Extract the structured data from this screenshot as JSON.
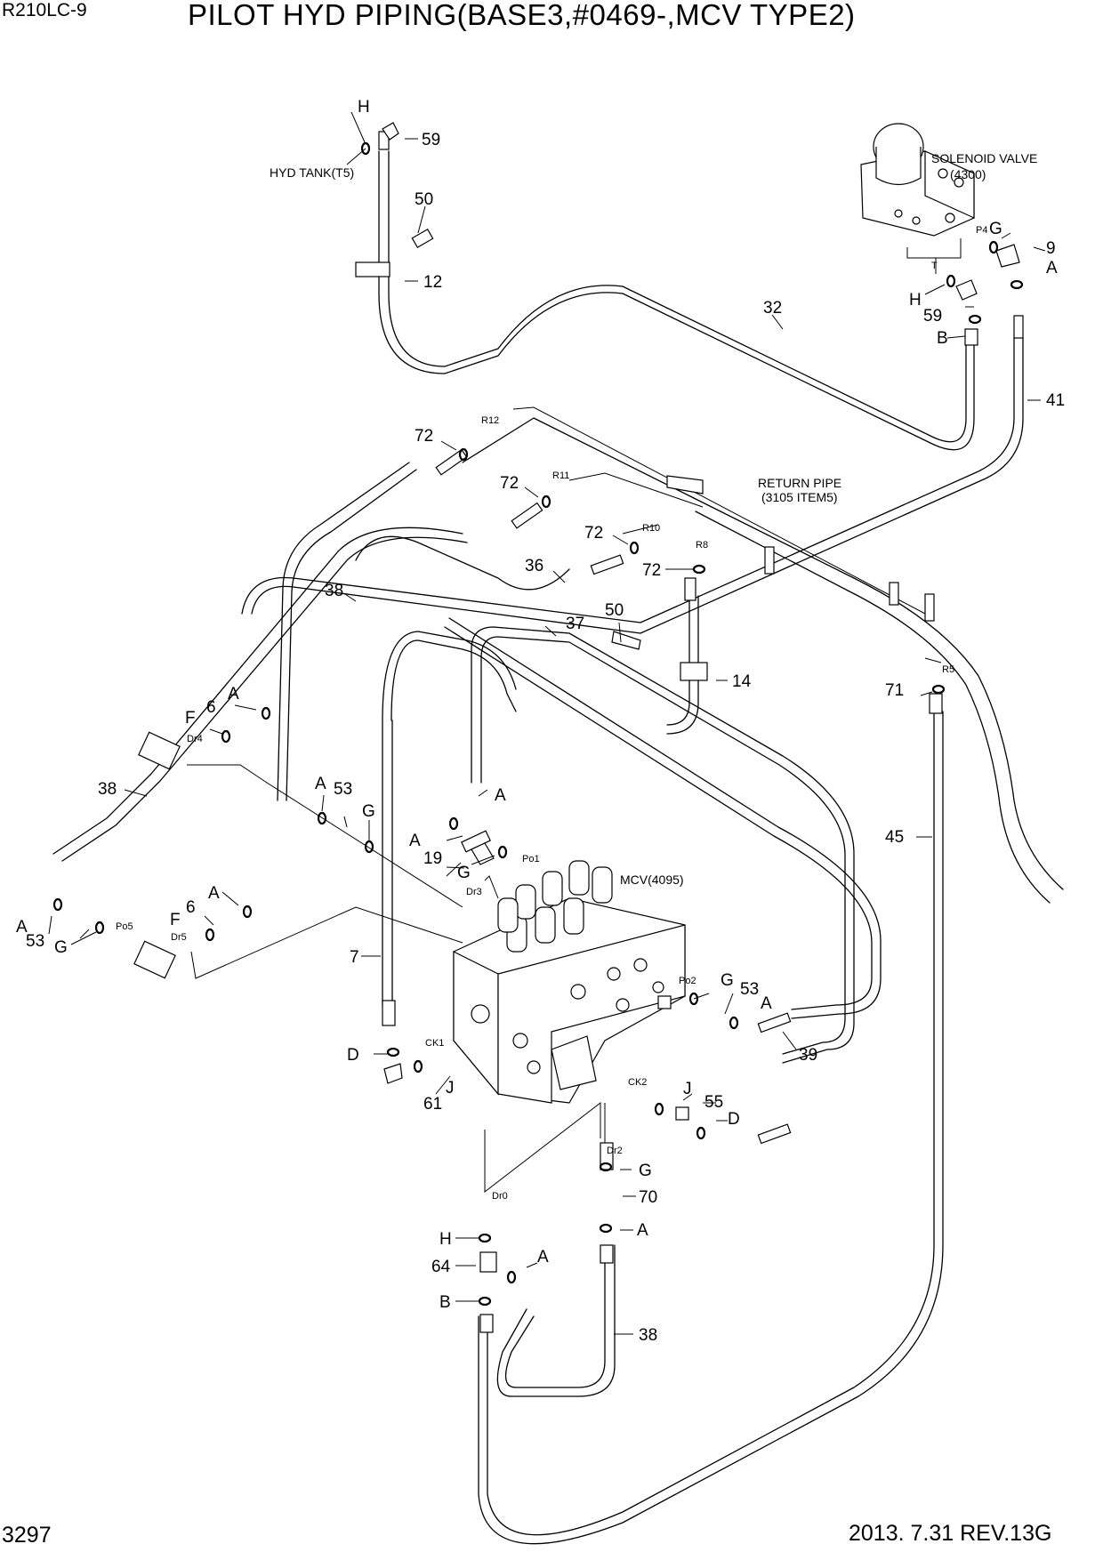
{
  "header": {
    "model": "R210LC-9",
    "title": "PILOT HYD PIPING(BASE3,#0469-,MCV TYPE2)"
  },
  "footer": {
    "page_number": "3297",
    "revision": "2013. 7.31  REV.13G"
  },
  "components": {
    "solenoid_valve": "SOLENOID VALVE",
    "solenoid_valve_ref": "(4300)",
    "hyd_tank": "HYD TANK(T5)",
    "return_pipe": "RETURN PIPE",
    "return_pipe_ref": "(3105 ITEM5)",
    "mcv": "MCV(4095)"
  },
  "callouts": {
    "n59a": "59",
    "n50a": "50",
    "n12": "12",
    "n32": "32",
    "n9": "9",
    "n59b": "59",
    "n41": "41",
    "n72a": "72",
    "n72b": "72",
    "n72c": "72",
    "n72d": "72",
    "n36": "36",
    "n50b": "50",
    "n14": "14",
    "n37": "37",
    "n38a": "38",
    "n38b": "38",
    "n38c": "38",
    "n71": "71",
    "n45": "45",
    "n6a": "6",
    "n6b": "6",
    "n53a": "53",
    "n53b": "53",
    "n53c": "53",
    "n19": "19",
    "n7": "7",
    "n39": "39",
    "n61": "61",
    "n55": "55",
    "n70": "70",
    "n64": "64",
    "Ha": "H",
    "Hb": "H",
    "Hc": "H",
    "Ga": "G",
    "Gb": "G",
    "Gc": "G",
    "Gd": "G",
    "Ge": "G",
    "Gf": "G",
    "Aa": "A",
    "Ab": "A",
    "Ac": "A",
    "Ad": "A",
    "Ae": "A",
    "Af": "A",
    "Ag": "A",
    "Ah": "A",
    "Ai": "A",
    "Aj": "A",
    "Ba": "B",
    "Bb": "B",
    "Fa": "F",
    "Fb": "F",
    "Da": "D",
    "Db": "D",
    "Ja": "J",
    "Jb": "J"
  },
  "ports": {
    "P4": "P4",
    "T": "T",
    "R12": "R12",
    "R11": "R11",
    "R10": "R10",
    "R8": "R8",
    "R5": "R5",
    "Dr4": "Dr4",
    "Dr5": "Dr5",
    "Po5": "Po5",
    "Dr3": "Dr3",
    "Po1": "Po1",
    "Po2": "Po2",
    "CK1": "CK1",
    "CK2": "CK2",
    "Dr2": "Dr2",
    "Dr0": "Dr0"
  }
}
